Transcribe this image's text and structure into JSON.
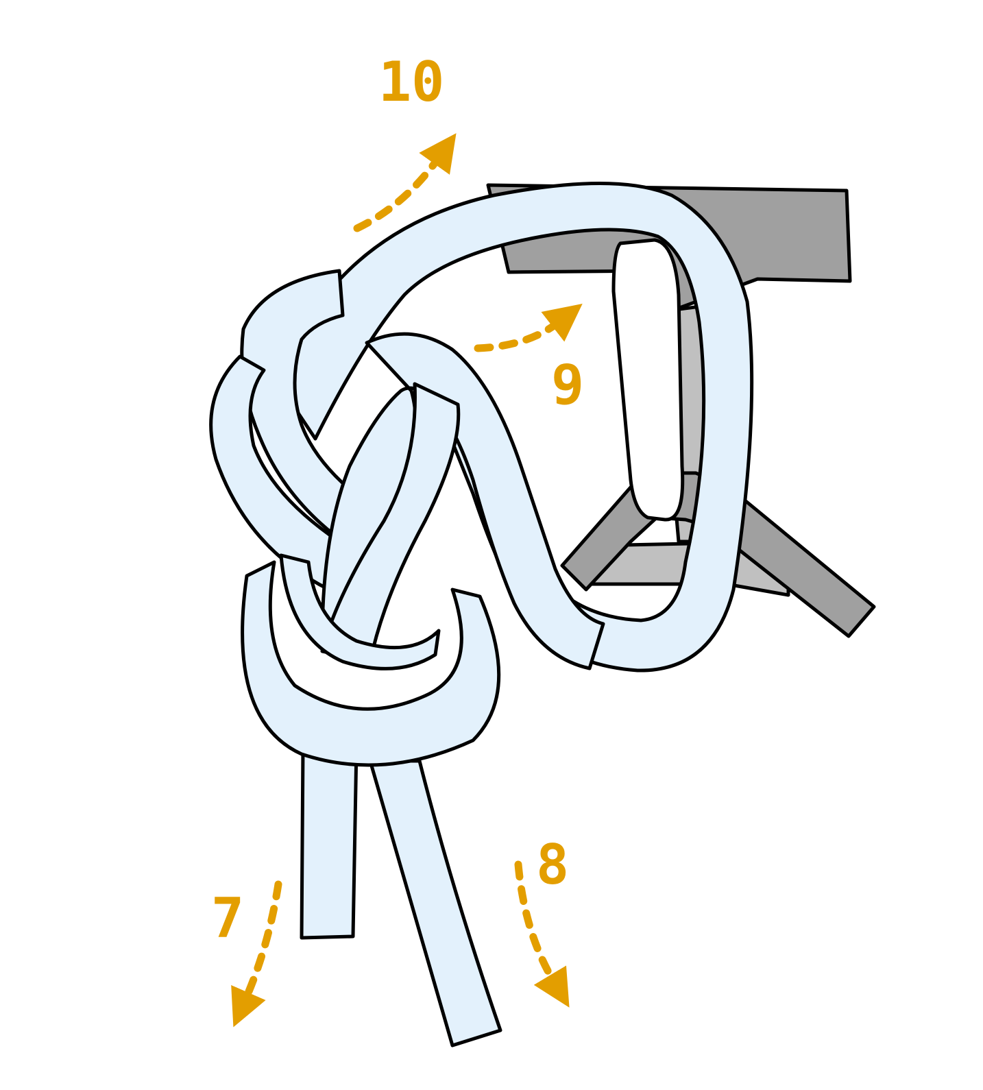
{
  "diagram": {
    "steps": [
      {
        "id": "step-7",
        "label": "7"
      },
      {
        "id": "step-8",
        "label": "8"
      },
      {
        "id": "step-9",
        "label": "9"
      },
      {
        "id": "step-10",
        "label": "10"
      }
    ]
  },
  "colors": {
    "rope_fill": "#e3f1fc",
    "outline": "#000000",
    "sling_dark": "#a0a0a0",
    "sling_light": "#c0c0c0",
    "carabiner_fill": "#ffffff",
    "arrow": "#e39e00"
  }
}
